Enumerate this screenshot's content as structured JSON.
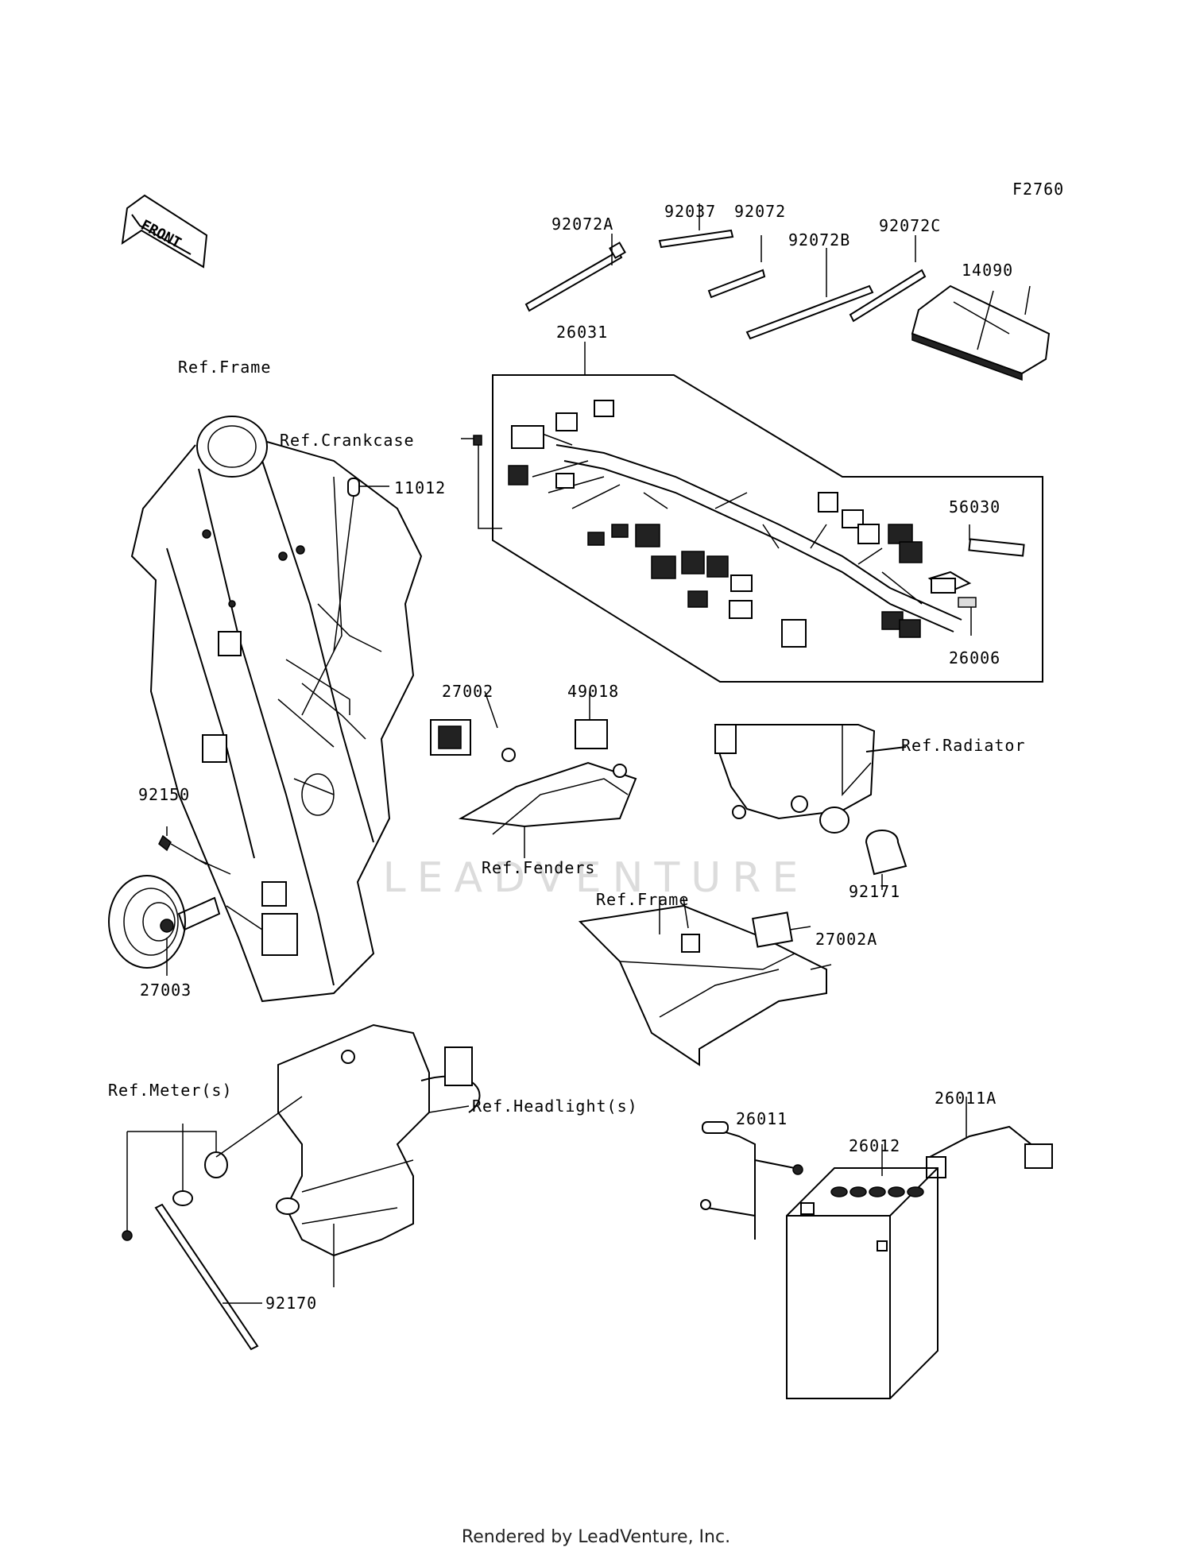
{
  "diagram_id": "F2760",
  "orientation": "FRONT",
  "watermark": "LEADVENTURE",
  "footer": "Rendered by LeadVenture, Inc.",
  "labels": {
    "ref_frame_top": "Ref.Frame",
    "ref_crankcase": "Ref.Crankcase",
    "p11012": "11012",
    "p92072A": "92072A",
    "p92037": "92037",
    "p92072": "92072",
    "p92072B": "92072B",
    "p92072C": "92072C",
    "p14090": "14090",
    "p26031": "26031",
    "p56030": "56030",
    "p26006": "26006",
    "p27002": "27002",
    "p49018": "49018",
    "ref_radiator": "Ref.Radiator",
    "p92150": "92150",
    "ref_fenders": "Ref.Fenders",
    "p92171": "92171",
    "ref_frame_mid": "Ref.Frame",
    "p27002A": "27002A",
    "p27003": "27003",
    "ref_meters": "Ref.Meter(s)",
    "ref_headlights": "Ref.Headlight(s)",
    "p26011": "26011",
    "p26011A": "26011A",
    "p26012": "26012",
    "p92170": "92170"
  }
}
